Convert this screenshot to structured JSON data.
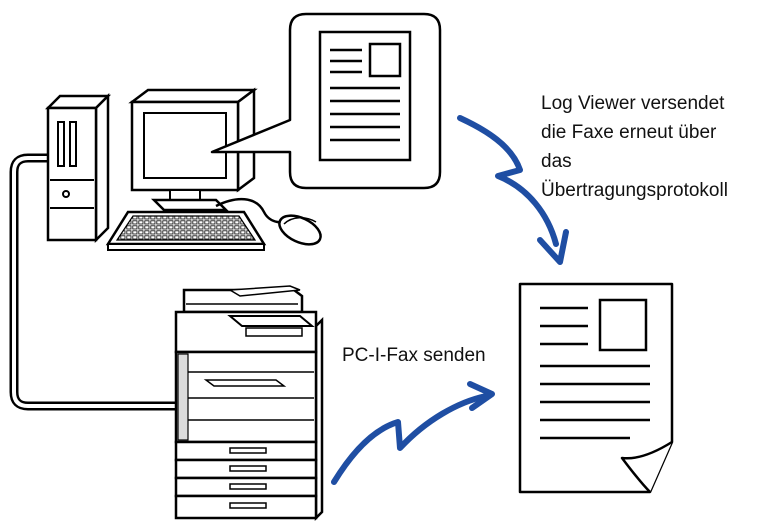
{
  "labels": {
    "log_viewer_line1": "Log Viewer versendet",
    "log_viewer_line2": "die Faxe erneut über",
    "log_viewer_line3": "das",
    "log_viewer_line4": "Übertragungsprotokoll",
    "pc_fax": "PC-I-Fax senden"
  },
  "colors": {
    "arrow": "#1f4ea3",
    "stroke": "#000000",
    "fill": "#ffffff",
    "shade": "#dcdcdc"
  },
  "icons": [
    "computer-tower-icon",
    "monitor-icon",
    "keyboard-icon",
    "mouse-icon",
    "document-icon",
    "multifunction-printer-icon",
    "arrow-icon"
  ]
}
